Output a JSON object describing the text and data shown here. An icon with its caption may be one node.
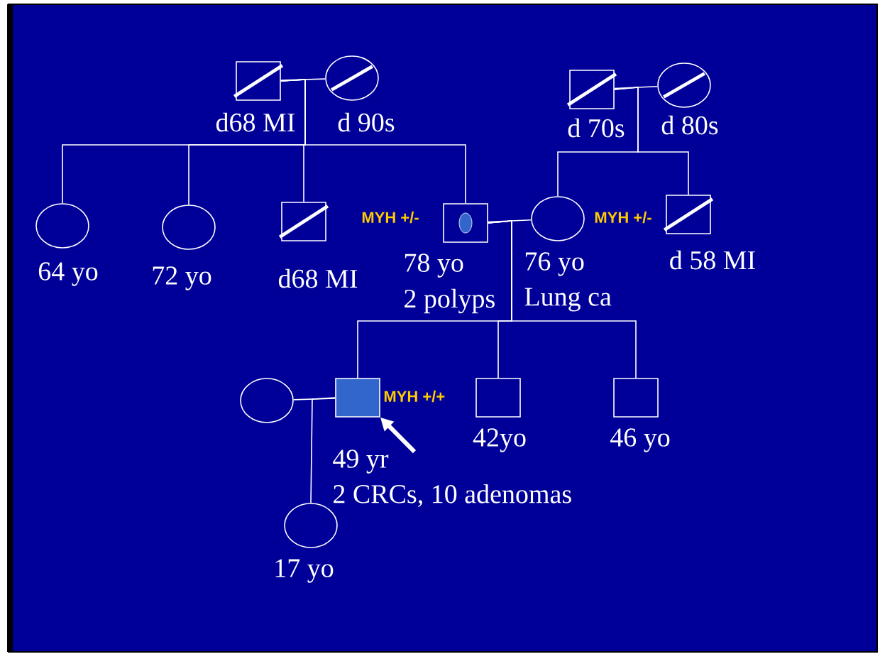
{
  "diagram": {
    "nodes": [
      {
        "text": [],
        "shape": "box",
        "beside": [
          "d68 MI"
        ]
      },
      {
        "text": [],
        "shape": "circle",
        "beside": [
          "d 90s"
        ]
      },
      {
        "text": [],
        "shape": "box",
        "beside": [
          "d 70s"
        ]
      },
      {
        "text": [],
        "shape": "circle",
        "beside": [
          "d 80s"
        ]
      },
      {
        "text": [],
        "shape": "circle",
        "beside": [
          "64 yo"
        ]
      },
      {
        "text": [],
        "shape": "circle",
        "beside": [
          "72 yo"
        ]
      },
      {
        "text": [],
        "shape": "box",
        "beside": [
          "d68 MI"
        ]
      },
      {
        "text": [],
        "shape": "box",
        "beside": [
          "MYH +/-",
          "78 yo",
          "2 polyps"
        ]
      },
      {
        "text": [],
        "shape": "circle",
        "beside": [
          "MYH +/-",
          "76 yo",
          "Lung ca"
        ]
      },
      {
        "text": [],
        "shape": "box",
        "beside": [
          "d 58 MI"
        ]
      },
      {
        "text": [],
        "shape": "circle"
      },
      {
        "text": [],
        "shape": "box",
        "beside": [
          "MYH +/+",
          "49 yr",
          "2 CRCs, 10 adenomas"
        ]
      },
      {
        "text": [],
        "shape": "box",
        "beside": [
          "42yo"
        ]
      },
      {
        "text": [],
        "shape": "box",
        "beside": [
          "46 yo"
        ]
      },
      {
        "text": [],
        "shape": "circle",
        "beside": [
          "17 yo"
        ]
      }
    ],
    "edges": [
      {
        "from": 0,
        "to": 1,
        "arrow": "none"
      },
      {
        "from": 0,
        "to": 4,
        "arrow": "none"
      },
      {
        "from": 0,
        "to": 5,
        "arrow": "none"
      },
      {
        "from": 0,
        "to": 6,
        "arrow": "none"
      },
      {
        "from": 0,
        "to": 7,
        "arrow": "none"
      },
      {
        "from": 2,
        "to": 3,
        "arrow": "none"
      },
      {
        "from": 2,
        "to": 8,
        "arrow": "none"
      },
      {
        "from": 2,
        "to": 9,
        "arrow": "none"
      },
      {
        "from": 7,
        "to": 8,
        "arrow": "none"
      },
      {
        "from": 7,
        "to": 11,
        "arrow": "none"
      },
      {
        "from": 7,
        "to": 12,
        "arrow": "none"
      },
      {
        "from": 7,
        "to": 13,
        "arrow": "none"
      },
      {
        "from": 10,
        "to": 11,
        "arrow": "none"
      },
      {
        "from": 11,
        "to": 14,
        "arrow": "none"
      },
      {
        "from": null,
        "to": 11,
        "arrow": "to",
        "style": "thick"
      }
    ]
  }
}
